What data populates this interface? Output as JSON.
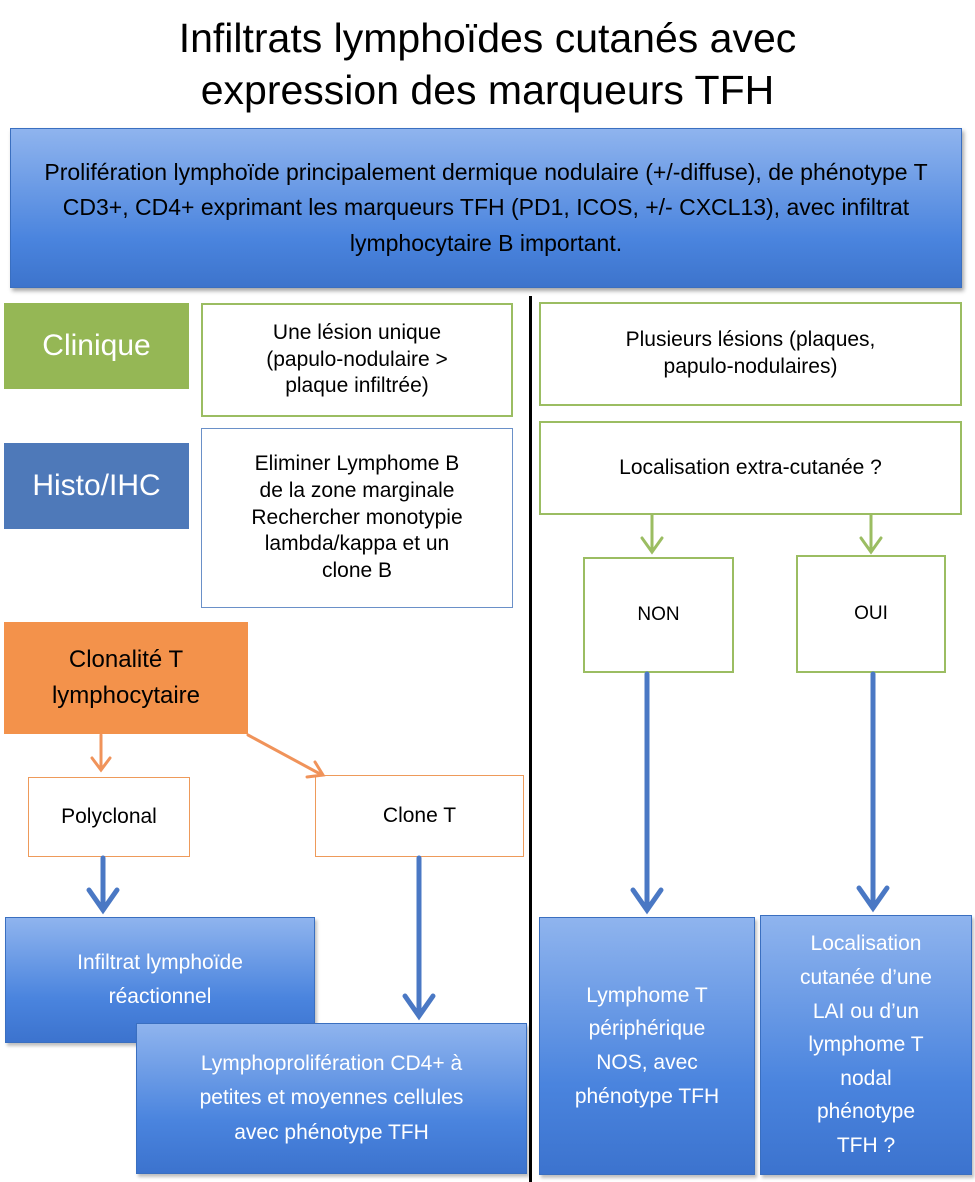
{
  "title": "Infiltrats lymphoïdes cutanés avec\nexpression des marqueurs TFH",
  "banner": "Prolifération lymphoïde principalement dermique nodulaire (+/-diffuse), de phénotype T CD3+, CD4+ exprimant les marqueurs TFH (PD1, ICOS, +/- CXCL13), avec infiltrat lymphocytaire B important.",
  "labels": {
    "clinique": "Clinique",
    "histo": "Histo/IHC",
    "clonalite": "Clonalité T\nlymphocytaire"
  },
  "left": {
    "lesion_unique": "Une lésion unique\n(papulo-nodulaire >\nplaque infiltrée)",
    "eliminer": "Eliminer Lymphome B\nde la zone marginale\nRechercher monotypie\nlambda/kappa et un\nclone B",
    "polyclonal": "Polyclonal",
    "clone_t": "Clone T",
    "infiltrat": "Infiltrat lymphoïde\nréactionnel",
    "lymphoproliferation": "Lymphoprolifération CD4+ à\npetites et moyennes cellules\navec phénotype TFH"
  },
  "right": {
    "plusieurs": "Plusieurs lésions (plaques,\npapulo-nodulaires)",
    "localisation": "Localisation extra-cutanée ?",
    "non": "NON",
    "oui": "OUI",
    "lymphome_t": "Lymphome T\npériphérique\nNOS, avec\nphénotype TFH",
    "lai": "Localisation\ncutanée d’une\nLAI ou d’un\nlymphome T\nnodal\nphénotype\nTFH ?"
  },
  "colors": {
    "green": "#95b755",
    "blue_label": "#4e79b9",
    "orange": "#f3924b",
    "result_blue": "#4a84de"
  }
}
